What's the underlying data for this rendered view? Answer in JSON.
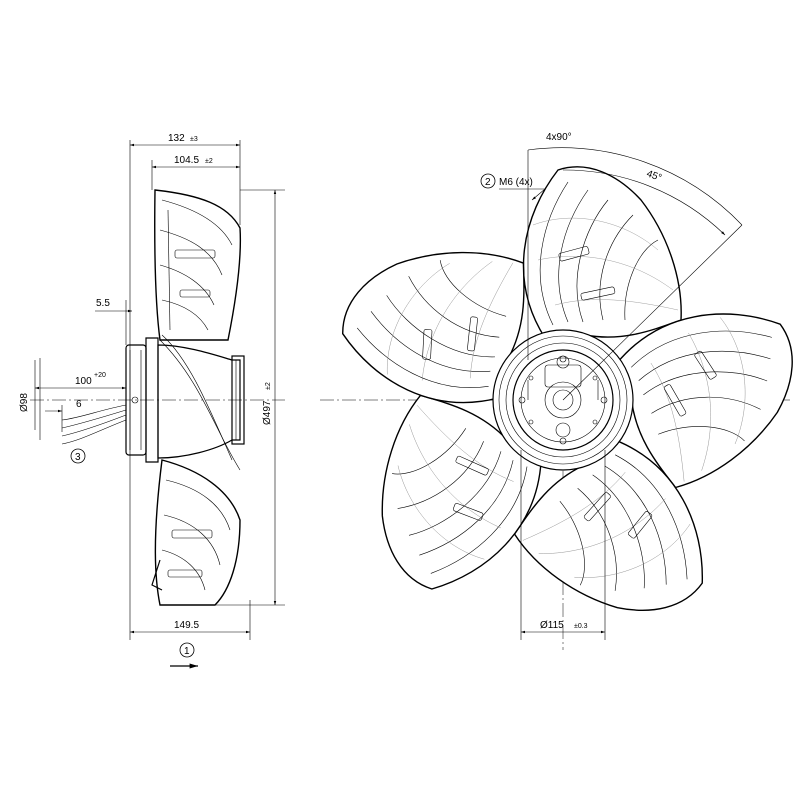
{
  "side_view": {
    "dim_132": {
      "value": "132",
      "tol": "±3"
    },
    "dim_104_5": {
      "value": "104.5",
      "tol": "±2"
    },
    "dim_5_5": {
      "value": "5.5"
    },
    "dim_100": {
      "value": "100",
      "tol": "+20"
    },
    "dim_6": {
      "value": "6"
    },
    "dim_d98": {
      "value": "Ø98"
    },
    "dim_d497": {
      "value": "Ø497",
      "tol": "±2"
    },
    "dim_149_5": {
      "value": "149.5"
    },
    "callout_1": "1",
    "callout_3": "3"
  },
  "front_view": {
    "angle_4x90": "4x90°",
    "angle_45": "45°",
    "callout_2": "2",
    "thread": "M6 (4x)",
    "dim_d115": {
      "value": "Ø115",
      "tol": "±0.3"
    }
  }
}
